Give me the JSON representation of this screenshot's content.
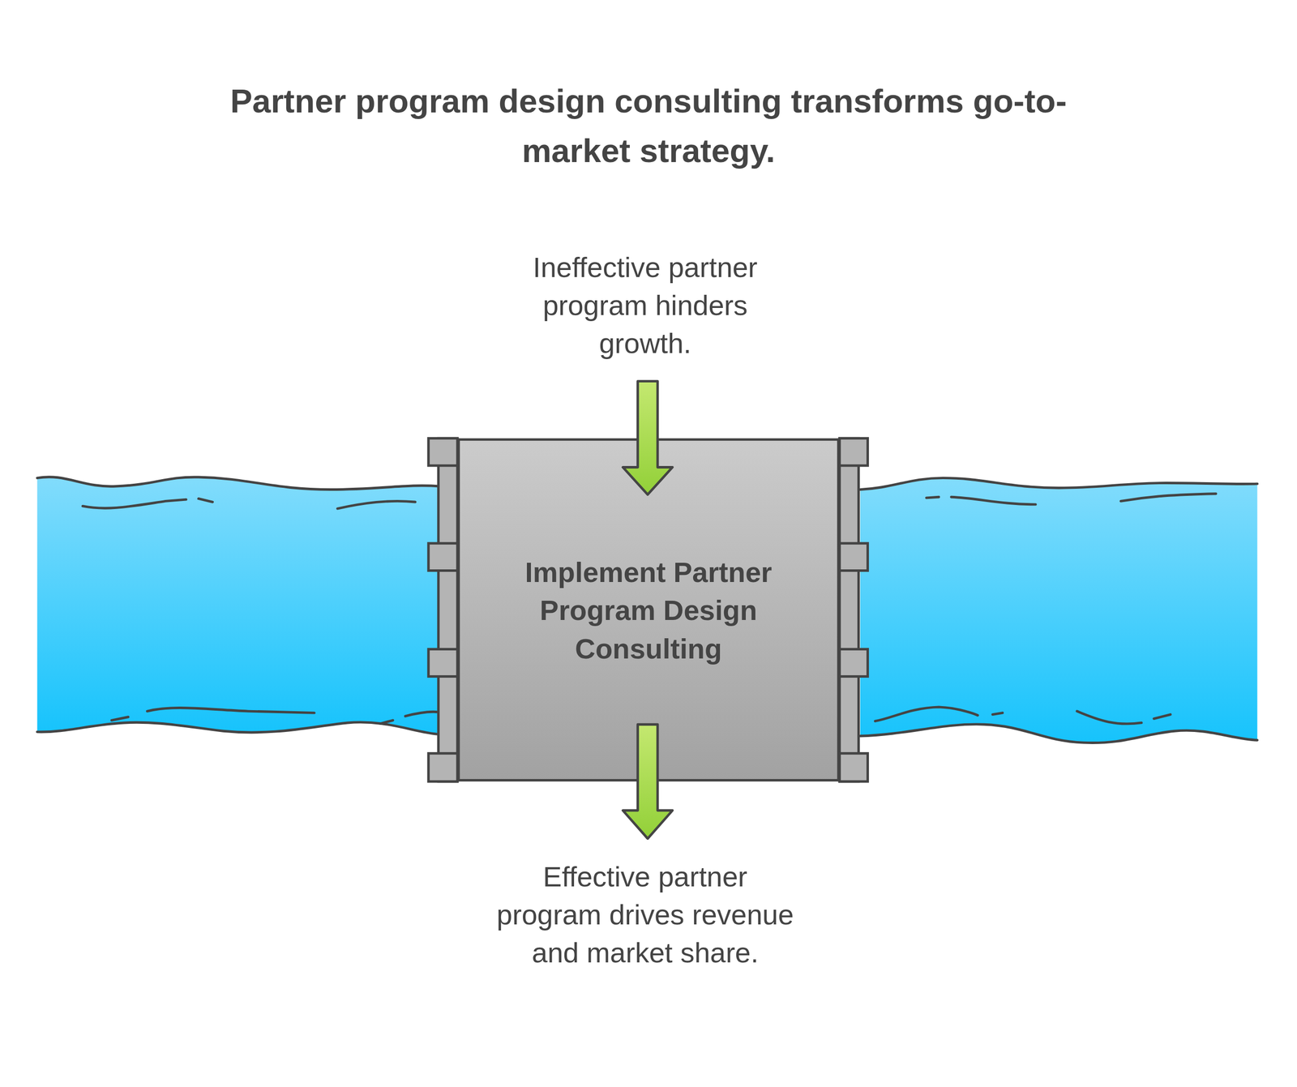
{
  "diagram": {
    "title": "Partner program design consulting transforms go-to-market strategy.",
    "nodes": [
      {
        "text": [
          "Implement Partner Program Design Consulting"
        ]
      }
    ],
    "labels": [
      "Ineffective partner program hinders growth.",
      "Effective partner program drives revenue and market share."
    ]
  }
}
